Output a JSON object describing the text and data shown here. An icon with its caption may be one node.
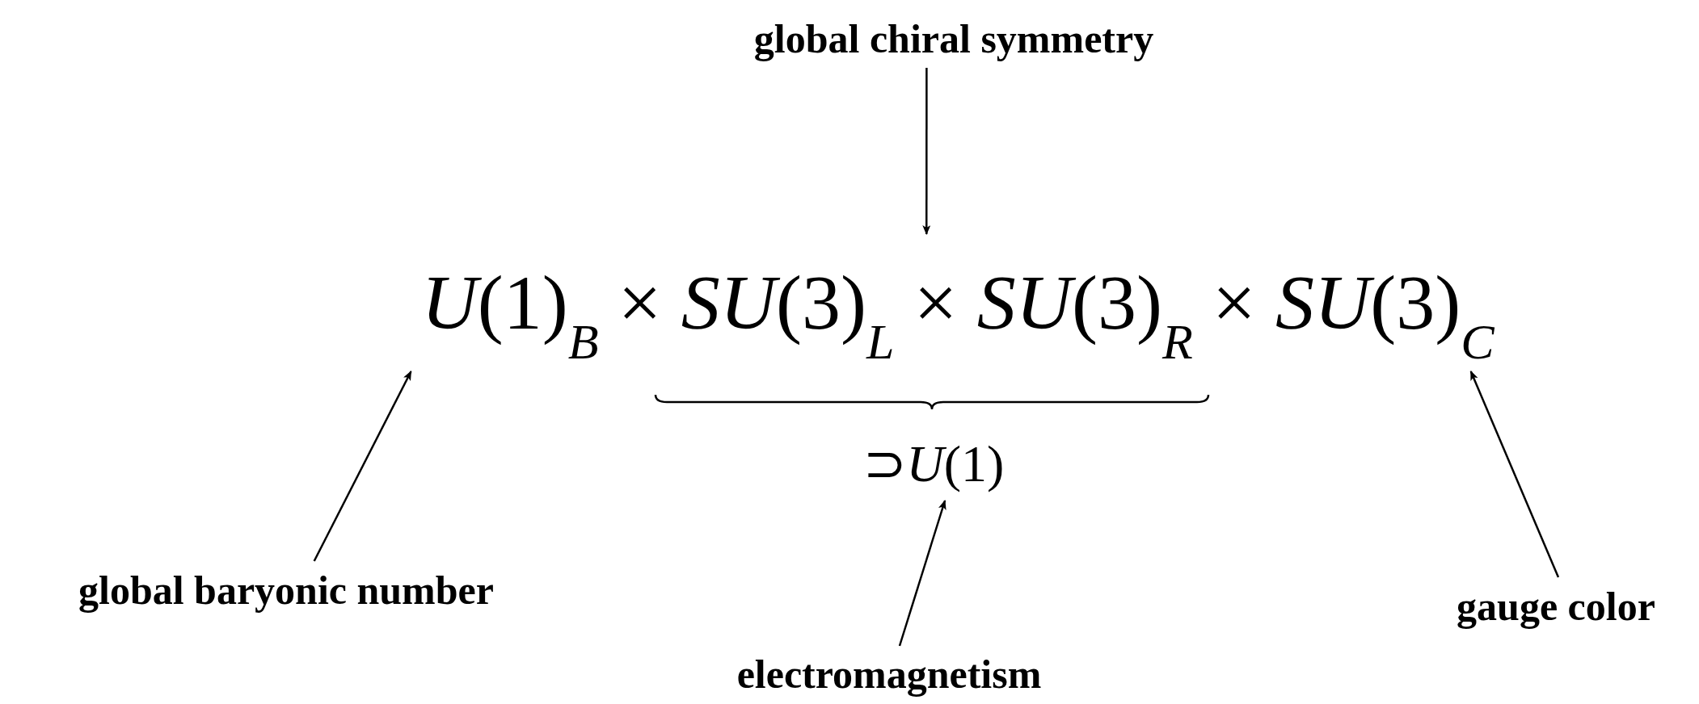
{
  "diagram": {
    "nodes": [
      {
        "text": [
          "global chiral symmetry"
        ]
      },
      {
        "text": [
          "*U*(1)$_{B}$ × *SU*(3)$_{L}$ × *SU*(3)$_{R}$ × *SU*(3)$_{C}$"
        ]
      },
      {
        "text": [
          "⊃*U*(1)"
        ]
      },
      {
        "text": [
          "global baryonic number"
        ]
      },
      {
        "text": [
          "electromagnetism"
        ]
      },
      {
        "text": [
          "gauge color"
        ]
      }
    ],
    "edges": [
      {
        "from": 0,
        "to": 1,
        "arrow": "to"
      },
      {
        "from": 3,
        "to": 1,
        "arrow": "to"
      },
      {
        "from": 4,
        "to": 2,
        "arrow": "to"
      },
      {
        "from": 5,
        "to": 1,
        "arrow": "to"
      }
    ]
  }
}
